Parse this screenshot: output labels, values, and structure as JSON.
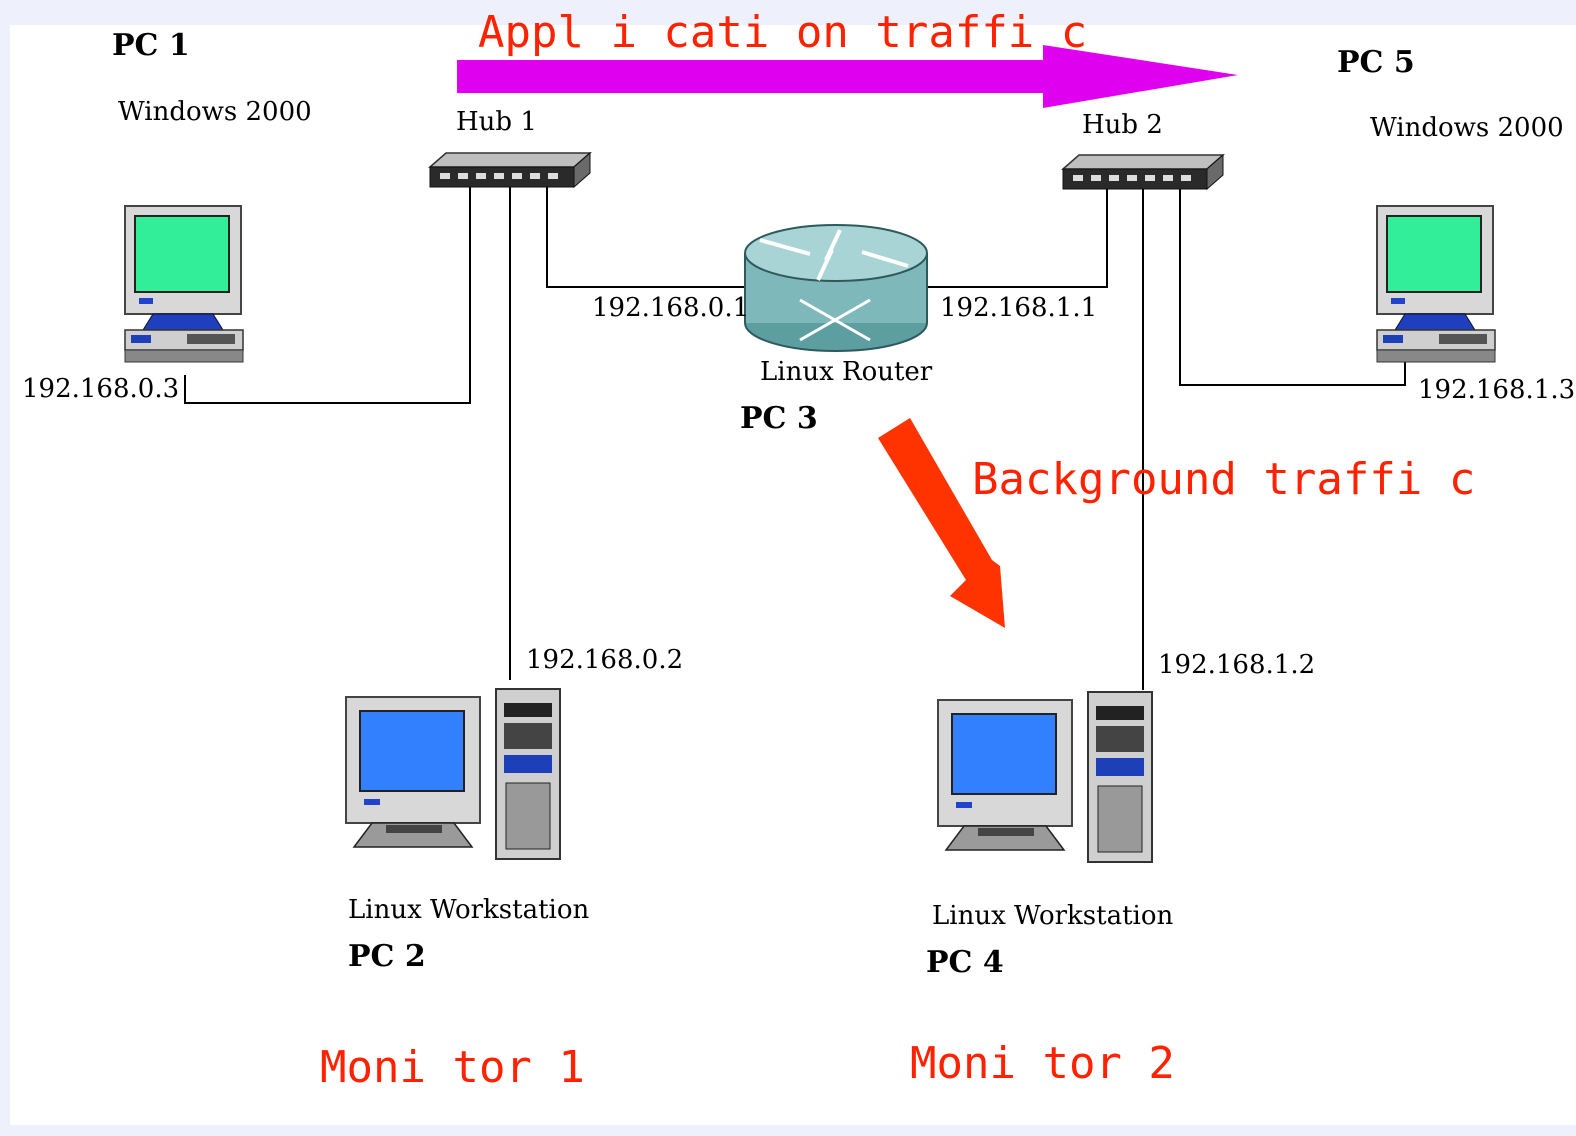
{
  "pc1": {
    "name": "PC 1",
    "os": "Windows 2000",
    "ip": "192.168.0.3"
  },
  "pc5": {
    "name": "PC 5",
    "os": "Windows 2000",
    "ip": "192.168.1.3"
  },
  "hub1": {
    "label": "Hub 1"
  },
  "hub2": {
    "label": "Hub 2"
  },
  "router": {
    "label": "Linux Router",
    "name": "PC 3",
    "ip_left": "192.168.0.1",
    "ip_right": "192.168.1.1"
  },
  "pc2": {
    "label": "Linux Workstation",
    "name": "PC 2",
    "ip": "192.168.0.2",
    "monitor": "Moni tor 1"
  },
  "pc4": {
    "label": "Linux Workstation",
    "name": "PC 4",
    "ip": "192.168.1.2",
    "monitor": "Moni tor 2"
  },
  "traffic": {
    "application": "Appl i cati on traffi c",
    "background": "Background traffi c",
    "application_color": "#e000f0",
    "background_color": "#ff3300"
  }
}
